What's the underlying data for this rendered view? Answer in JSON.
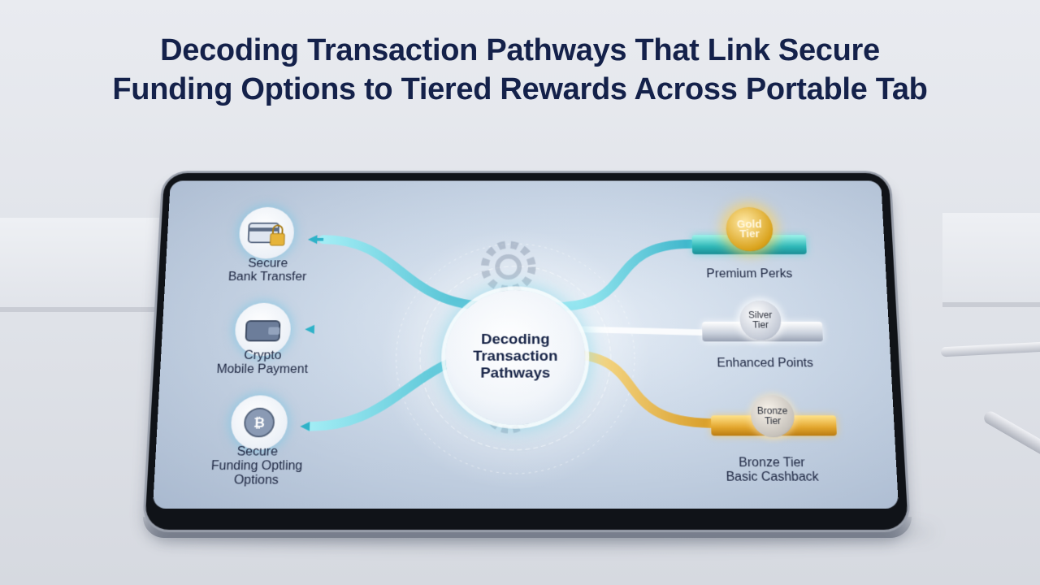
{
  "title": {
    "line1": "Decoding Transaction Pathways That Link Secure",
    "line2": "Funding Options to Tiered Rewards Across Portable Tab"
  },
  "hub": {
    "label": "Decoding Transaction Pathways"
  },
  "sources": [
    {
      "icon": "card-lock-icon",
      "label_line1": "Secure",
      "label_line2": "Bank Transfer"
    },
    {
      "icon": "wallet-icon",
      "label_line1": "Crypto",
      "label_line2": "Mobile Payment"
    },
    {
      "icon": "bitcoin-icon",
      "label_line1": "Secure",
      "label_line2": "Funding Optling",
      "label_line3": "Options"
    }
  ],
  "tiers": [
    {
      "badge_line1": "Gold",
      "badge_line2": "Tier",
      "label_line1": "Premium Perks",
      "color": "#2fb8b8"
    },
    {
      "badge_line1": "Silver",
      "badge_line2": "Tier",
      "label_line1": "Enhanced Points",
      "color": "#c8cfdb"
    },
    {
      "badge_line1": "Bronze",
      "badge_line2": "Tier",
      "label_line1": "Bronze Tier",
      "label_line2": "Basic Cashback",
      "color": "#e2a52c"
    }
  ],
  "colors": {
    "title": "#14214a",
    "teal_flow": "#3fc6d6",
    "gold_flow": "#e7b43a"
  }
}
